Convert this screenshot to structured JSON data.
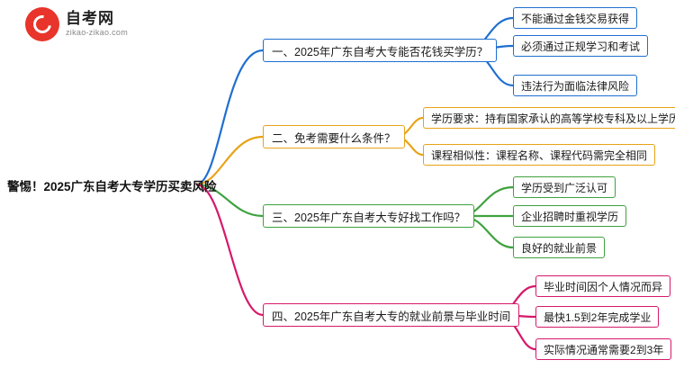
{
  "logo": {
    "cn_text": "自考网",
    "en_text": "zikao-zikao.com",
    "icon": "circle-swoosh-logo-icon",
    "color": "#e8342a"
  },
  "root": {
    "label": "警惕！2025广东自考大专学历买卖风险"
  },
  "branches": [
    {
      "id": "b1",
      "label": "一、2025年广东自考大专能否花钱买学历？",
      "color": "#1f6fd0",
      "leaves": [
        "不能通过金钱交易获得",
        "必须通过正规学习和考试",
        "违法行为面临法律风险"
      ]
    },
    {
      "id": "b2",
      "label": "二、免考需要什么条件？",
      "color": "#e8a317",
      "leaves": [
        "学历要求：持有国家承认的高等学校专科及以上学历",
        "课程相似性：课程名称、课程代码需完全相同"
      ]
    },
    {
      "id": "b3",
      "label": "三、2025年广东自考大专好找工作吗？",
      "color": "#3fa23f",
      "leaves": [
        "学历受到广泛认可",
        "企业招聘时重视学历",
        "良好的就业前景"
      ]
    },
    {
      "id": "b4",
      "label": "四、2025年广东自考大专的就业前景与毕业时间",
      "color": "#d6186a",
      "leaves": [
        "毕业时间因个人情况而异",
        "最快1.5到2年完成学业",
        "实际情况通常需要2到3年"
      ]
    }
  ]
}
